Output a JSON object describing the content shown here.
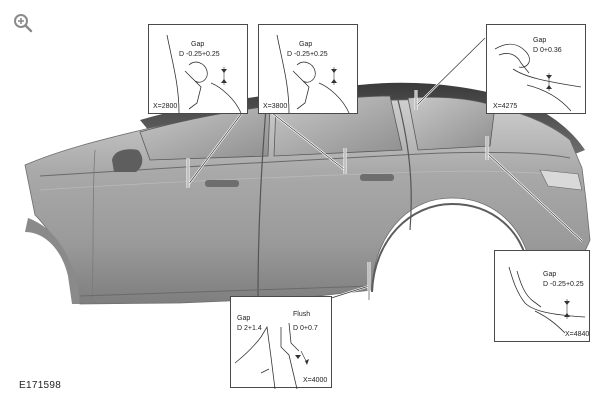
{
  "figure": {
    "id_label": "E171598",
    "zoom_icon": "zoom-in-icon"
  },
  "callouts": [
    {
      "key": "c2800",
      "label": "Gap",
      "value": "D -0.25+0.25",
      "x_label": "X=2800"
    },
    {
      "key": "c3800",
      "label": "Gap",
      "value": "D -0.25+0.25",
      "x_label": "X=3800"
    },
    {
      "key": "c4275",
      "label": "Gap",
      "value": "D 0+0.36",
      "x_label": "X=4275"
    },
    {
      "key": "c4840",
      "label": "Gap",
      "value": "D -0.25+0.25",
      "x_label": "X=4840"
    },
    {
      "key": "c4000",
      "label": "Gap",
      "value": "D 2+1.4",
      "label2": "Flush",
      "value2": "D 0+0.7",
      "x_label": "X=4000"
    }
  ]
}
